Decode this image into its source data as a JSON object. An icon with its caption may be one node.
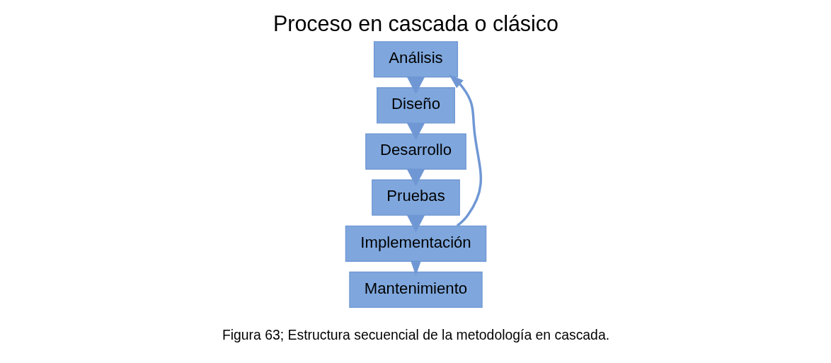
{
  "diagram": {
    "title": "Proceso en cascada o clásico",
    "caption": "Figura 63; Estructura secuencial de la metodología en cascada.",
    "nodes": [
      {
        "text": [
          "Análisis"
        ]
      },
      {
        "text": [
          "Diseño"
        ]
      },
      {
        "text": [
          "Desarrollo"
        ]
      },
      {
        "text": [
          "Pruebas"
        ]
      },
      {
        "text": [
          "Implementación"
        ]
      },
      {
        "text": [
          "Mantenimiento"
        ]
      }
    ],
    "edges": [
      {
        "from": 0,
        "to": 1,
        "arrow": "to",
        "style": "thick"
      },
      {
        "from": 1,
        "to": 2,
        "arrow": "to",
        "style": "thick"
      },
      {
        "from": 2,
        "to": 3,
        "arrow": "to",
        "style": "thick"
      },
      {
        "from": 3,
        "to": 4,
        "arrow": "to",
        "style": "thick"
      },
      {
        "from": 4,
        "to": 0,
        "arrow": "to"
      },
      {
        "from": 4,
        "to": 5,
        "arrow": "to"
      }
    ]
  }
}
